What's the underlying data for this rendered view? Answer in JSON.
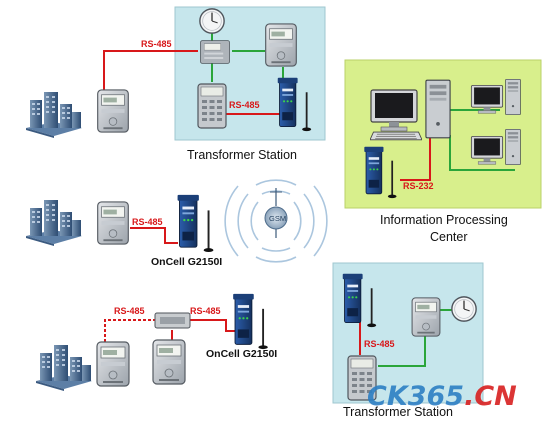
{
  "labels": {
    "transformer_station_top": "Transformer Station",
    "transformer_station_bottom": "Transformer Station",
    "info_center_line1": "Information Processing",
    "info_center_line2": "Center",
    "rs485_top_left": "RS-485",
    "rs485_top_inner": "RS-485",
    "rs485_mid": "RS-485",
    "rs485_low_left": "RS-485",
    "rs485_low_right": "RS-485",
    "rs485_bottom_station": "RS-485",
    "rs232": "RS-232",
    "oncell_mid": "OnCell G2150I",
    "oncell_low": "OnCell G2150I",
    "gsm": "GSM"
  },
  "watermark": {
    "part1": "CK365",
    "part2": ".CN"
  },
  "colors": {
    "station_bg": "#c6e6ec",
    "center_bg": "#d8ef8c",
    "rs485_line": "#d8181a",
    "green_line": "#2aa53a",
    "watermark_blue": "#2d7fc4",
    "watermark_red": "#d82020"
  }
}
